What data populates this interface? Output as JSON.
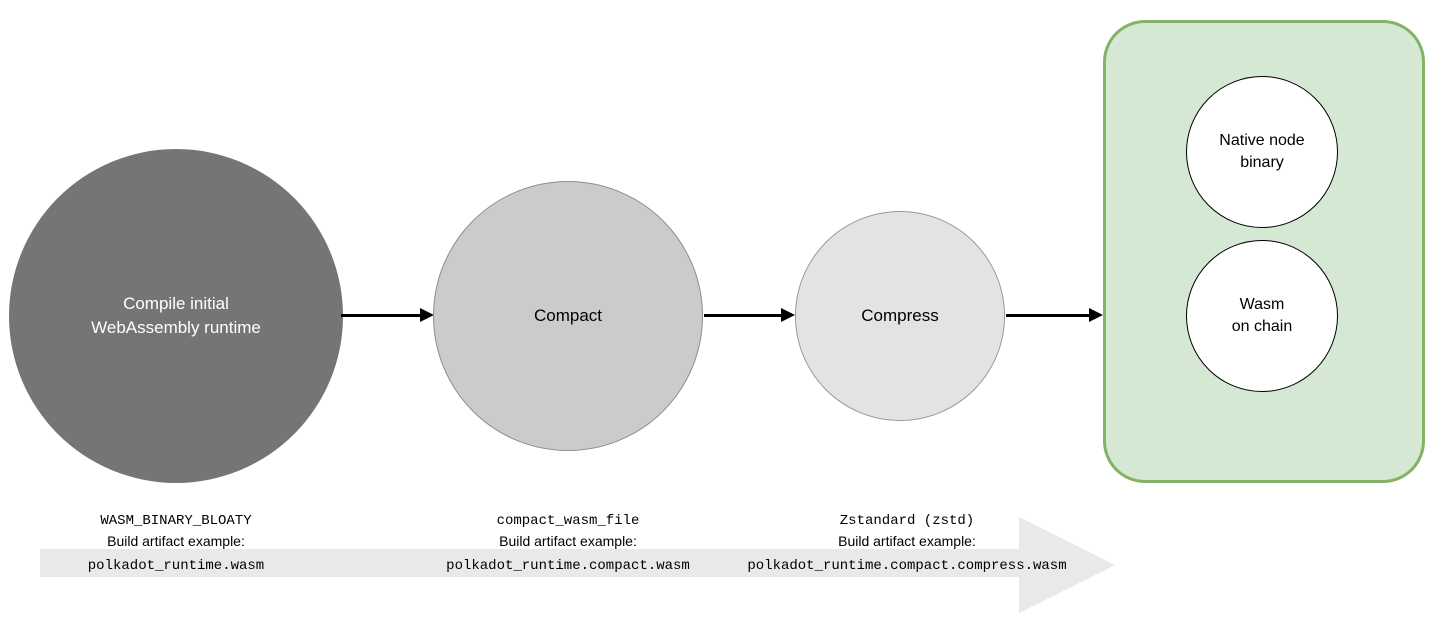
{
  "pipeline": {
    "stages": [
      {
        "id": "compile",
        "label_lines": [
          "Compile initial",
          "WebAssembly runtime"
        ]
      },
      {
        "id": "compact",
        "label_lines": [
          "Compact"
        ]
      },
      {
        "id": "compress",
        "label_lines": [
          "Compress"
        ]
      }
    ],
    "destination": {
      "outputs": [
        {
          "id": "native-node-binary",
          "label_lines": [
            "Native node",
            "binary"
          ]
        },
        {
          "id": "wasm-on-chain",
          "label_lines": [
            "Wasm",
            "on chain"
          ]
        }
      ]
    }
  },
  "annotations": [
    {
      "variable": "WASM_BINARY_BLOATY",
      "caption": "Build artifact example:",
      "filename": "polkadot_runtime.wasm"
    },
    {
      "variable": "compact_wasm_file",
      "caption": "Build artifact example:",
      "filename": "polkadot_runtime.compact.wasm"
    },
    {
      "variable": "Zstandard (zstd)",
      "caption": "Build artifact example:",
      "filename": "polkadot_runtime.compact.compress.wasm"
    }
  ],
  "colors": {
    "stage_compile_fill": "#757575",
    "stage_compile_text": "#ffffff",
    "stage_compact_fill": "#cbcbcb",
    "stage_compress_fill": "#e3e3e3",
    "stage_border": "#8f8f8f",
    "container_fill": "#d5e8d4",
    "container_border": "#82b366",
    "output_fill": "#ffffff",
    "output_border": "#000000",
    "band_fill": "#e9e9e9",
    "connector_arrow": "#000000"
  }
}
